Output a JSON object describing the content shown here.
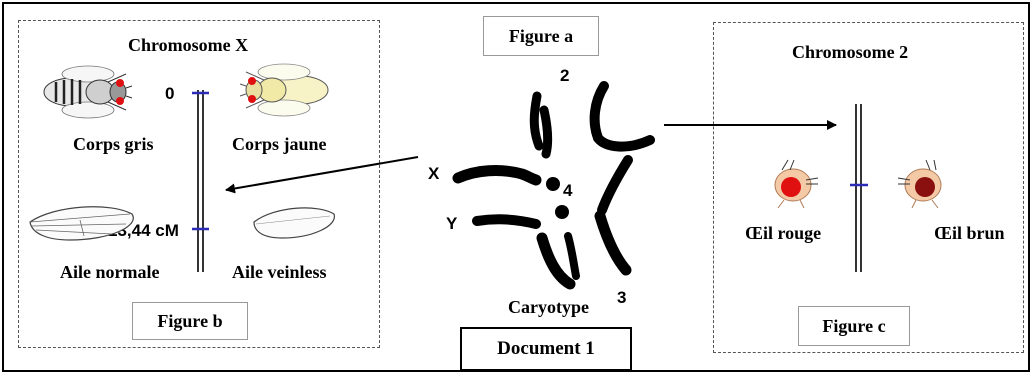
{
  "figure_a": {
    "title": "Figure a",
    "chromosome_labels": {
      "two": "2",
      "three": "3",
      "four": "4",
      "x": "X",
      "y": "Y"
    },
    "caption": "Caryotype"
  },
  "figure_b": {
    "title": "Chromosome X",
    "locus_top": "0",
    "locus_bottom": "13,44 cM",
    "phenotype_body_grey": "Corps gris",
    "phenotype_body_yellow": "Corps jaune",
    "phenotype_wing_normal": "Aile normale",
    "phenotype_wing_veinless": "Aile veinless",
    "caption": "Figure b"
  },
  "figure_c": {
    "title": "Chromosome 2",
    "phenotype_eye_red": "Œil rouge",
    "phenotype_eye_brown": "Œil brun",
    "caption": "Figure c"
  },
  "document_label": "Document 1",
  "colors": {
    "marker": "#2b2bb5",
    "eye_red": "#e11010",
    "eye_brown": "#8a1010",
    "head": "#f3c9a6"
  }
}
